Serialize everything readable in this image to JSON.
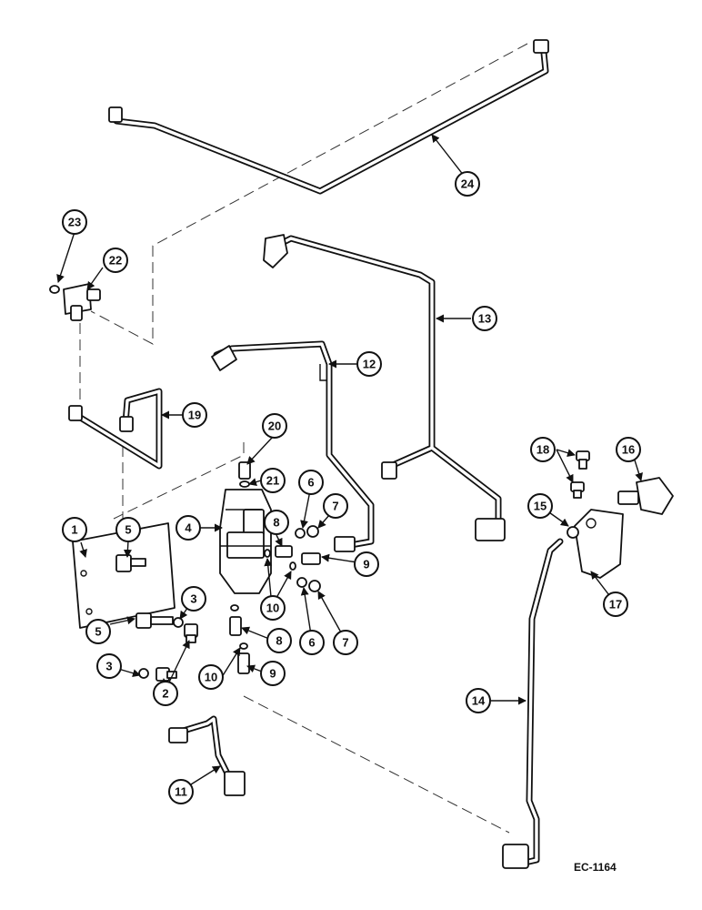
{
  "drawing_ref": "EC-1164",
  "callouts": [
    "1",
    "2",
    "3",
    "3",
    "4",
    "5",
    "5",
    "6",
    "6",
    "7",
    "7",
    "8",
    "8",
    "9",
    "9",
    "10",
    "10",
    "11",
    "12",
    "13",
    "14",
    "15",
    "16",
    "17",
    "18",
    "19",
    "20",
    "21",
    "22",
    "23",
    "24"
  ]
}
